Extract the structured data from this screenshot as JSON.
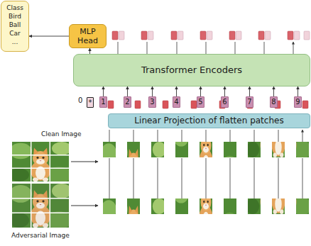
{
  "diagram": {
    "nodes": [
      {
        "text": [
          "Class",
          "Bird",
          "Ball",
          "Car",
          "..."
        ]
      },
      {
        "text": [
          "MLP Head"
        ]
      },
      {
        "text": [
          "Transformer Encoders"
        ]
      },
      {
        "text": [
          "*"
        ]
      },
      {
        "text": [
          "1"
        ]
      },
      {
        "text": [
          "2"
        ]
      },
      {
        "text": [
          "3"
        ]
      },
      {
        "text": [
          "4"
        ]
      },
      {
        "text": [
          "5"
        ]
      },
      {
        "text": [
          "6"
        ]
      },
      {
        "text": [
          "7"
        ]
      },
      {
        "text": [
          "8"
        ]
      },
      {
        "text": [
          "9"
        ]
      },
      {
        "text": [
          "Linear Projection of flatten patches"
        ]
      }
    ],
    "edges": [
      {
        "from": 1,
        "to": 0,
        "arrow": "to"
      },
      {
        "from": 2,
        "to": 1,
        "arrow": "to"
      },
      {
        "from": 4,
        "to": 2,
        "arrow": "to"
      },
      {
        "from": 5,
        "to": 2,
        "arrow": "to"
      },
      {
        "from": 6,
        "to": 2,
        "arrow": "to"
      },
      {
        "from": 7,
        "to": 2,
        "arrow": "to"
      },
      {
        "from": 8,
        "to": 2,
        "arrow": "to"
      },
      {
        "from": 9,
        "to": 2,
        "arrow": "to"
      },
      {
        "from": 10,
        "to": 2,
        "arrow": "to"
      },
      {
        "from": 11,
        "to": 2,
        "arrow": "to"
      },
      {
        "from": 12,
        "to": 2,
        "arrow": "to"
      }
    ],
    "labels": [
      "0",
      "Clean Image",
      "Adversarial Image"
    ]
  }
}
